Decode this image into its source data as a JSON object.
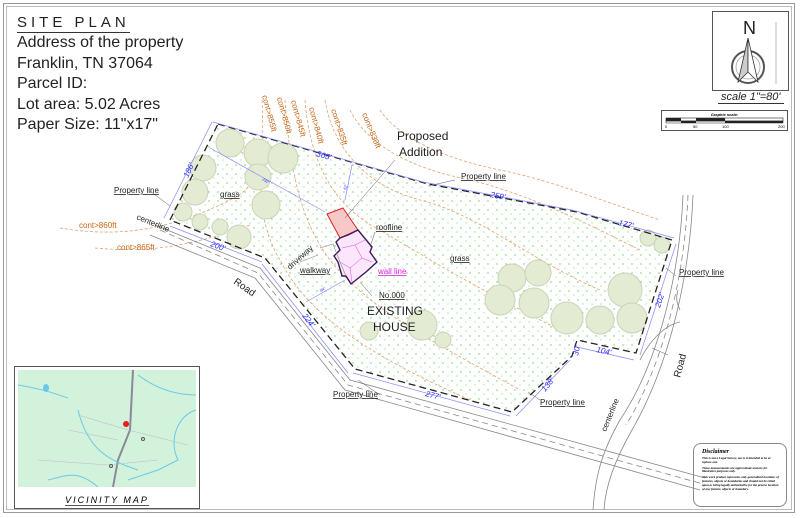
{
  "header": {
    "title": "SITE PLAN",
    "lines": [
      "Address of the property",
      "Franklin, TN 37064",
      "Parcel ID:",
      "Lot area: 5.02 Acres",
      "Paper Size: 11\"x17\""
    ]
  },
  "north": {
    "letter": "N",
    "scale": "scale 1\"=80'"
  },
  "graphic_scale": {
    "caption": "Graphic scale:",
    "ticks": [
      "0",
      "50",
      "100",
      "200"
    ]
  },
  "contours": [
    "cont>855ft",
    "cont>850ft",
    "cont>845ft",
    "cont>840ft",
    "cont>835ft",
    "cont>830ft",
    "cont>860ft",
    "cont>865ft"
  ],
  "dimensions": {
    "d365": "365'",
    "d186": "186'",
    "d232": "232'",
    "d62": "62'",
    "d259": "259'",
    "d177": "177'",
    "d202": "202'",
    "d104": "104'",
    "d30": "30'",
    "d138": "138'",
    "d277": "277'",
    "d224": "224'",
    "d200": "200'",
    "d84": "84'"
  },
  "labels": {
    "proposed": [
      "Proposed",
      "Addition"
    ],
    "property_line": "Property line",
    "grass": "grass",
    "centerline": "centerline",
    "road": "Road",
    "roofline": "roofline",
    "driveway": "driveway",
    "walkway": "walkway",
    "wall_line": "wall line",
    "house_no": "No.000",
    "existing": [
      "EXISTING",
      "HOUSE"
    ]
  },
  "vicinity_map": {
    "caption": "VICINITY MAP"
  },
  "disclaimer": {
    "title": "Disclaimer",
    "paragraphs": [
      "This is not a Legal Survey, nor is it intended to be or replace one.",
      "These measurements are approximate and are for illustrative purposes only.",
      "This work product represents only generalized locations of features, objects or boundaries and should not be relied upon as being legally authoritative for the precise location of any feature, objects or boundary."
    ]
  },
  "colors": {
    "dimension": "#2a2aff",
    "contour": "#c86414",
    "wall": "#e020e0",
    "addition": "#e02020",
    "map_bg": "#d3f2dc"
  }
}
